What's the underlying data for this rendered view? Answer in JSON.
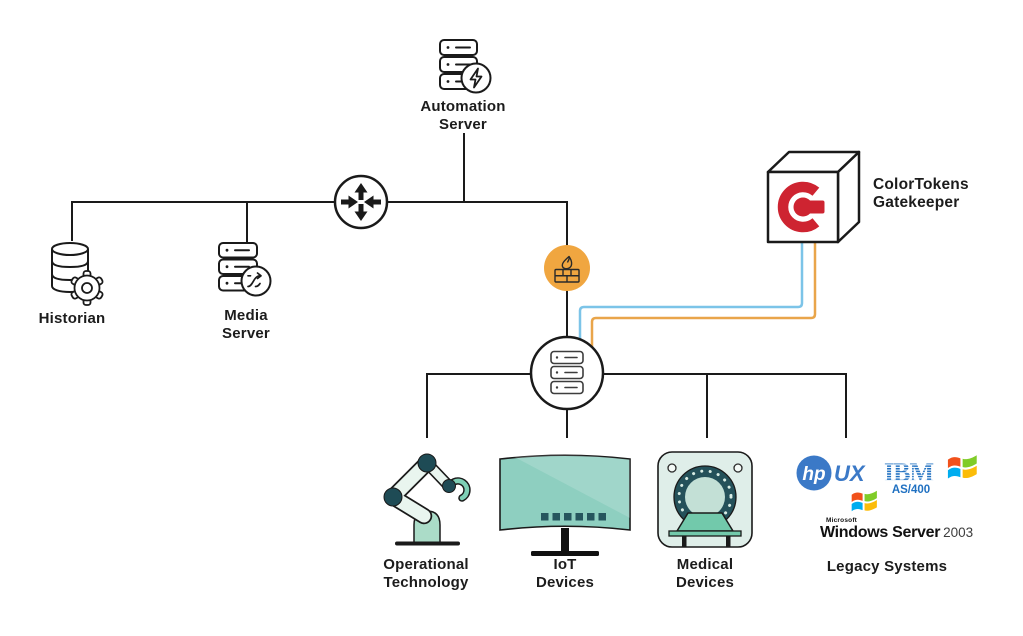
{
  "nodes": {
    "automation_server": {
      "line1": "Automation",
      "line2": "Server"
    },
    "historian": {
      "label": "Historian"
    },
    "media_server": {
      "line1": "Media",
      "line2": "Server"
    },
    "gatekeeper": {
      "line1": "ColorTokens",
      "line2": "Gatekeeper"
    },
    "operational_technology": {
      "line1": "Operational",
      "line2": "Technology"
    },
    "iot_devices": {
      "line1": "IoT",
      "line2": "Devices"
    },
    "medical_devices": {
      "line1": "Medical",
      "line2": "Devices"
    },
    "legacy_systems": {
      "label": "Legacy Systems"
    }
  },
  "legacy_logos": {
    "hp_initials": "hp",
    "hp_suffix": "UX",
    "ibm_wordmark": "IBM",
    "ibm_product": "AS/400",
    "ms_prefix": "Microsoft",
    "ms_product": "Windows Server",
    "ms_year": "2003"
  },
  "icons": {
    "automation_server": "server-stack-bolt-icon",
    "router": "router-cross-arrows-icon",
    "historian": "database-gear-icon",
    "media_server": "server-stack-shuffle-icon",
    "firewall": "firewall-flame-bricks-icon",
    "gatekeeper": "colortokens-cube-icon",
    "segment_switch": "server-circle-icon",
    "operational_technology": "robot-arm-icon",
    "iot_devices": "curved-monitor-icon",
    "medical_devices": "mri-scanner-icon",
    "legacy_systems": "hp-ux-logo / ibm-as400-logo / windows-logo / windows-server-2003-logo"
  },
  "colors": {
    "line_black": "#1a1a1a",
    "line_blue": "#7CC4E8",
    "line_orange": "#E9A54A",
    "firewall_orange": "#F0A640",
    "brand_red": "#CE2431",
    "teal_dark": "#24515A",
    "teal_mid": "#8ECFC0",
    "teal_light": "#DFEEE9",
    "hp_blue": "#3B79C7",
    "ibm_blue": "#1F70C1"
  }
}
